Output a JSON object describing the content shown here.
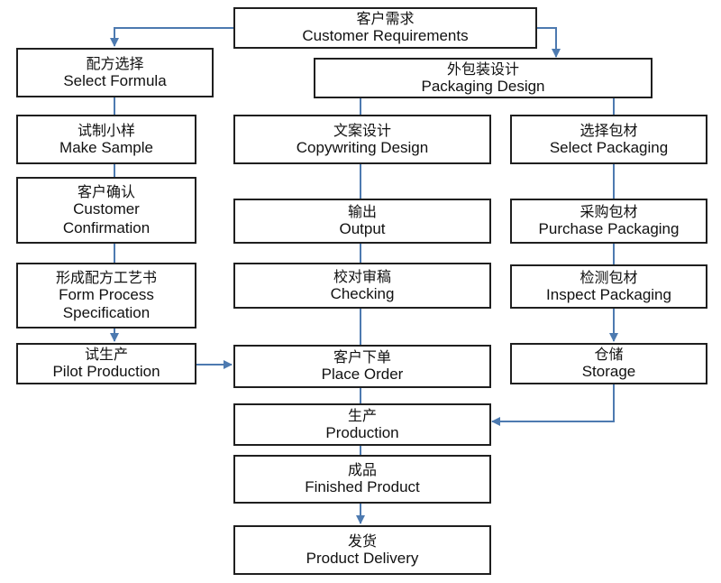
{
  "colors": {
    "arrow": "#4d7ab0",
    "border": "#1f1f1f",
    "text": "#111111"
  },
  "nodes": {
    "customer_requirements": {
      "cn": "客户需求",
      "en": "Customer Requirements"
    },
    "select_formula": {
      "cn": "配方选择",
      "en": "Select Formula"
    },
    "packaging_design": {
      "cn": "外包装设计",
      "en": "Packaging Design"
    },
    "make_sample": {
      "cn": "试制小样",
      "en": "Make Sample"
    },
    "customer_confirmation": {
      "cn": "客户确认",
      "en1": "Customer",
      "en2": "Confirmation"
    },
    "form_process_spec": {
      "cn": "形成配方工艺书",
      "en1": "Form Process",
      "en2": "Specification"
    },
    "pilot_production": {
      "cn": "试生产",
      "en": "Pilot Production"
    },
    "copywriting_design": {
      "cn": "文案设计",
      "en": "Copywriting Design"
    },
    "output": {
      "cn": "输出",
      "en": "Output"
    },
    "checking": {
      "cn": "校对审稿",
      "en": "Checking"
    },
    "place_order": {
      "cn": "客户下单",
      "en": "Place Order"
    },
    "select_packaging": {
      "cn": "选择包材",
      "en": "Select Packaging"
    },
    "purchase_packaging": {
      "cn": "采购包材",
      "en": "Purchase Packaging"
    },
    "inspect_packaging": {
      "cn": "检测包材",
      "en": "Inspect Packaging"
    },
    "storage": {
      "cn": "仓储",
      "en": "Storage"
    },
    "production": {
      "cn": "生产",
      "en": "Production"
    },
    "finished_product": {
      "cn": "成品",
      "en": "Finished Product"
    },
    "product_delivery": {
      "cn": "发货",
      "en": "Product Delivery"
    }
  }
}
